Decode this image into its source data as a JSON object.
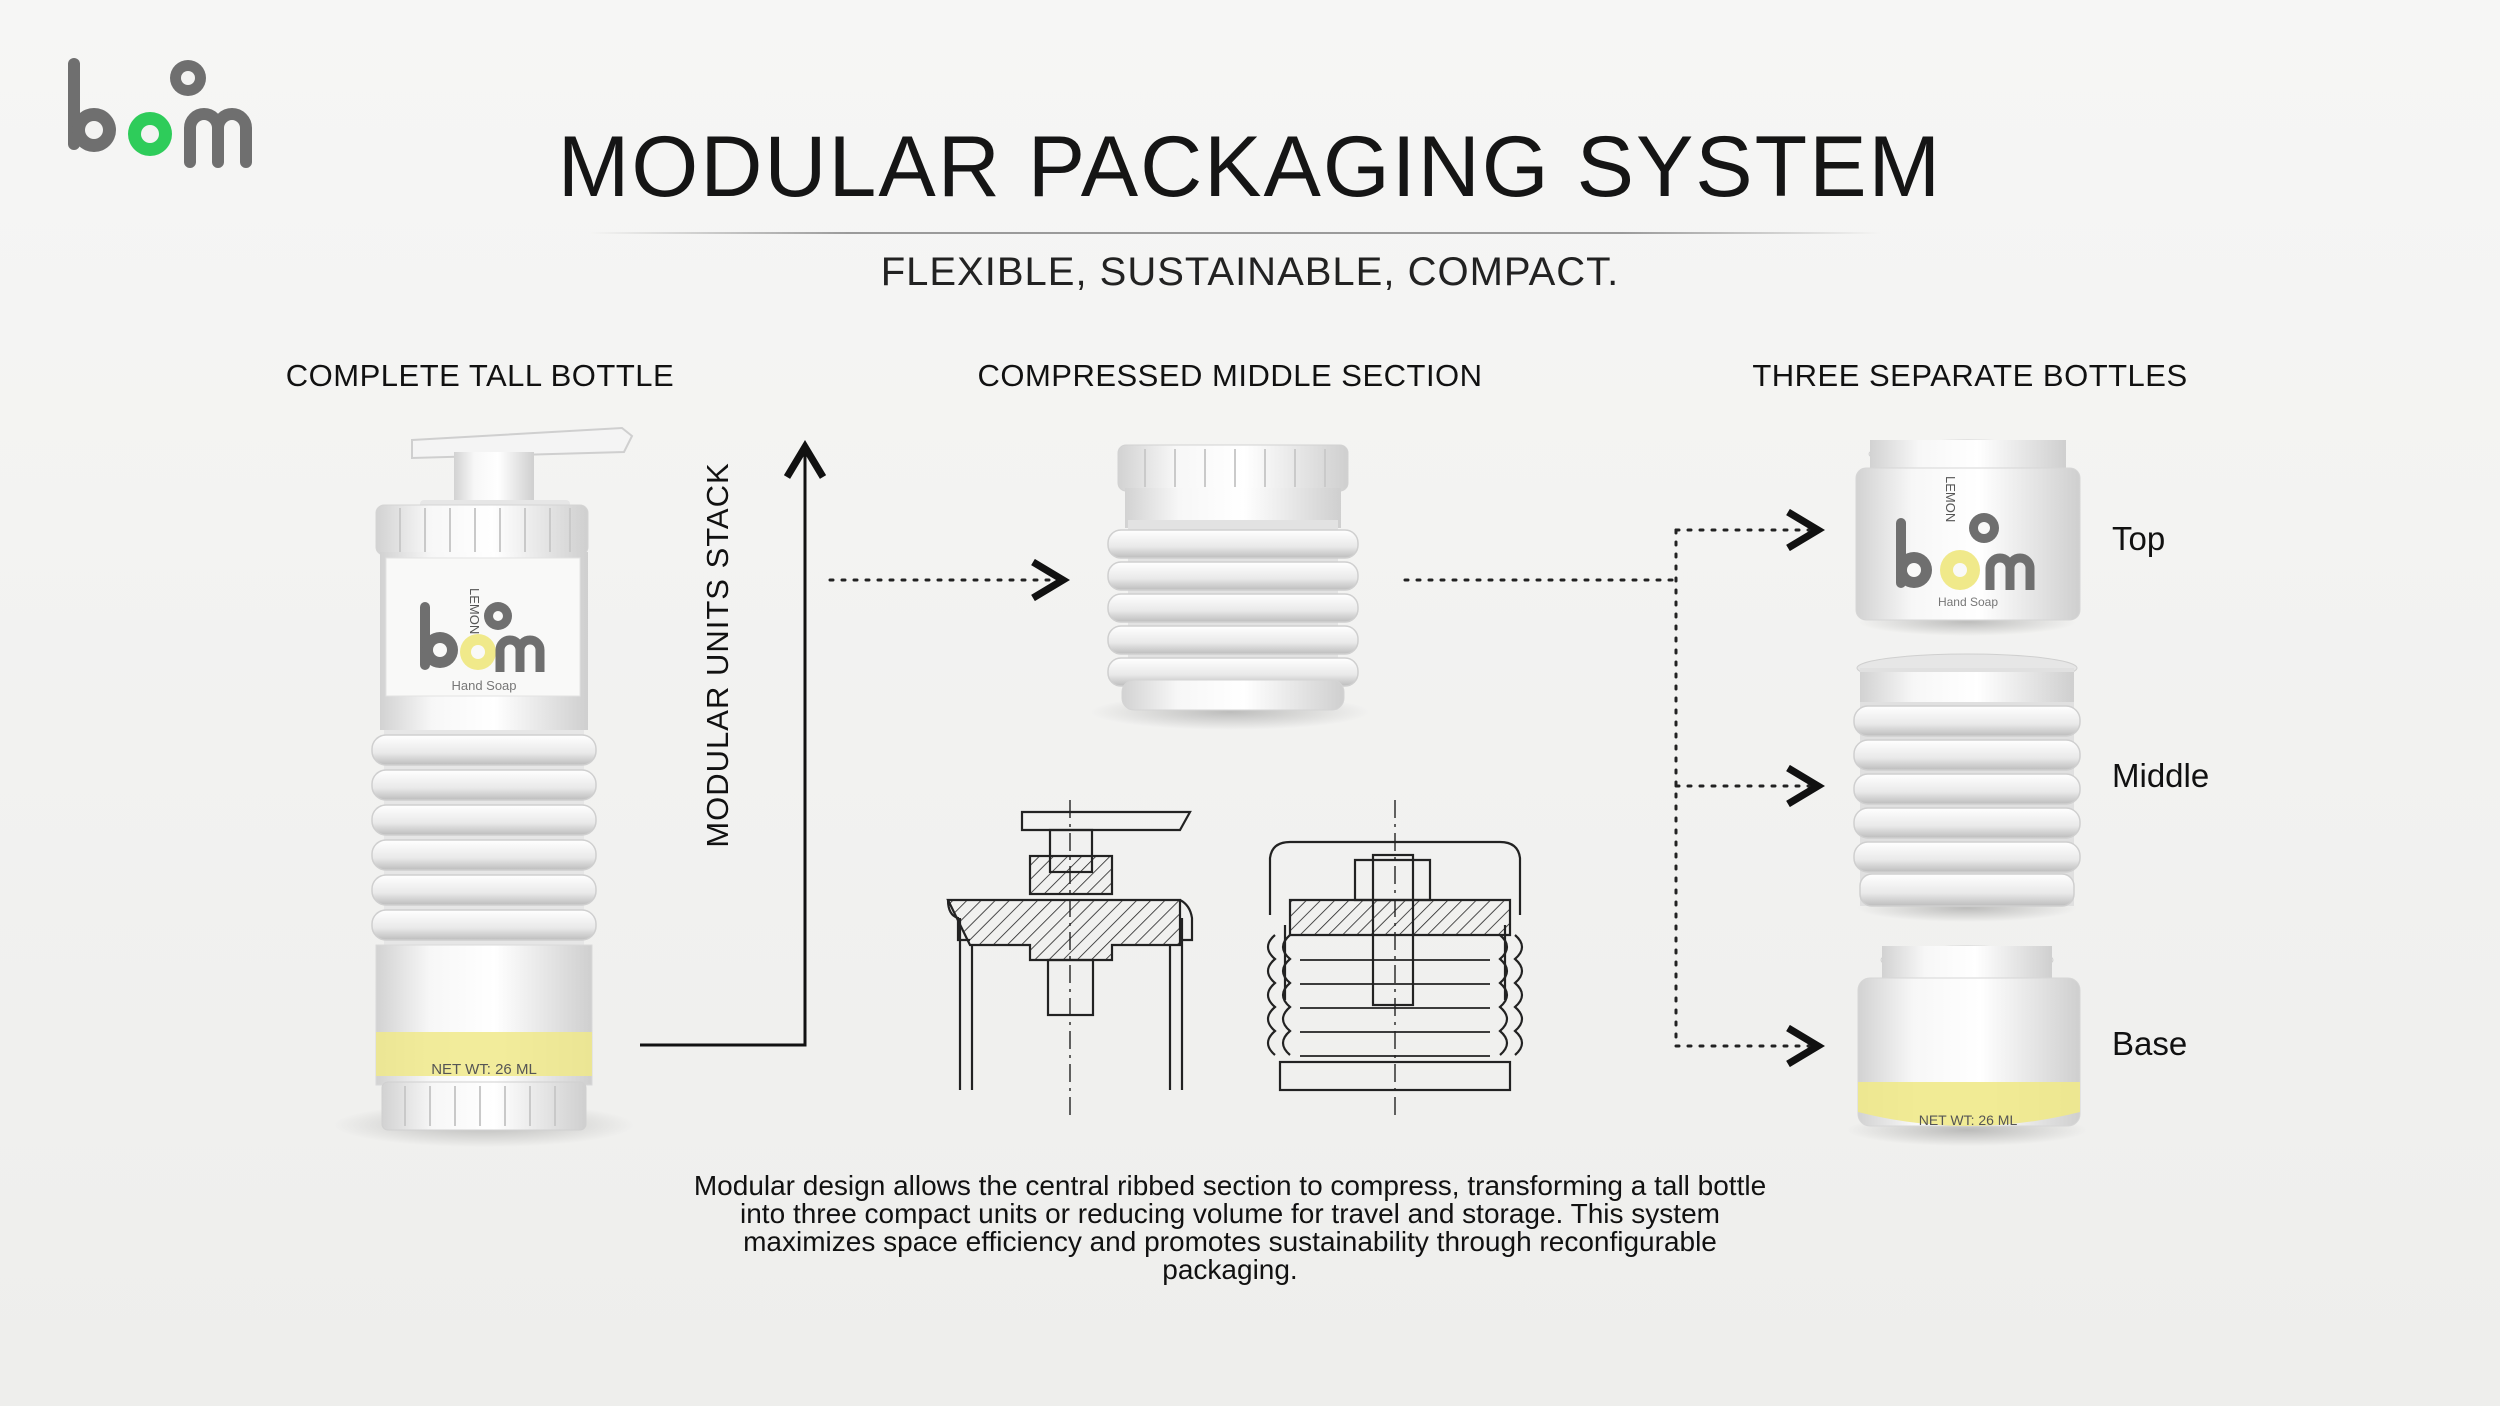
{
  "logo": {
    "text": "boom",
    "accent": "#2ecc5a",
    "gray": "#6f6f6f"
  },
  "title": "MODULAR PACKAGING SYSTEM",
  "subtitle": "FLEXIBLE, SUSTAINABLE, COMPACT.",
  "sections": {
    "left": "COMPLETE TALL BOTTLE",
    "center": "COMPRESSED MIDDLE SECTION",
    "right": "THREE SEPARATE BOTTLES"
  },
  "axis_label": "MODULAR UNITS STACK",
  "parts": {
    "top": "Top",
    "middle": "Middle",
    "base": "Base"
  },
  "bottle_label": {
    "flavor": "LEMON",
    "brand": "boom",
    "product": "Hand Soap",
    "accent": "#f0e98a"
  },
  "net_wt": {
    "tall": "NET WT: 26 ML",
    "base": "NET WT: 26 ML"
  },
  "description": "Modular design allows the central ribbed section to compress, transforming a tall bottle into three compact units or reducing volume for travel and storage. This system maximizes space efficiency and promotes sustainability through reconfigurable packaging."
}
